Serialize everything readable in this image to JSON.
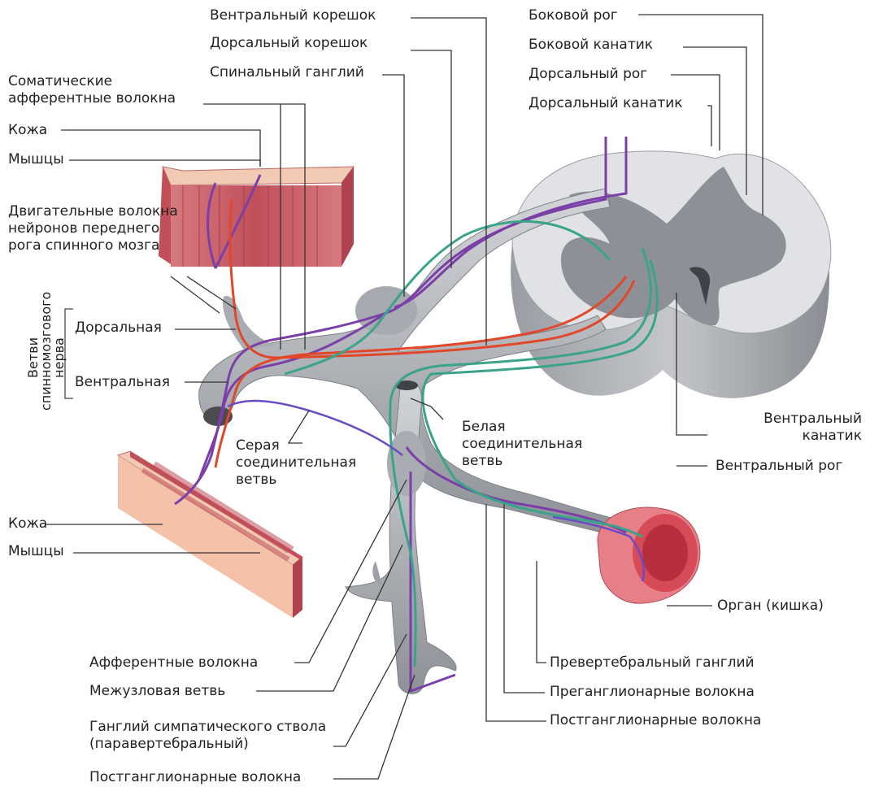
{
  "labels": {
    "ventral_root": "Вентральный корешок",
    "dorsal_root": "Дорсальный корешок",
    "spinal_ganglion": "Спинальный ганглий",
    "lateral_horn": "Боковой рог",
    "lateral_funiculus": "Боковой канатик",
    "dorsal_horn": "Дорсальный рог",
    "dorsal_funiculus": "Дорсальный канатик",
    "somatic_afferent": "Соматические афферентные волокна",
    "skin_top": "Кожа",
    "muscles_top": "Мышцы",
    "motor_fibers": "Двигательные волокна нейронов переднего рога спинного мозга",
    "dorsal_branch": "Дорсальная",
    "ventral_branch": "Вентральная",
    "nerve_branches": "Ветви спинномозгового нерва",
    "grey_ramus": "Серая соединительная ветвь",
    "white_ramus": "Белая соединительная ветвь",
    "ventral_funiculus": "Вентральный канатик",
    "ventral_horn": "Вентральный рог",
    "skin_bottom": "Кожа",
    "muscles_bottom": "Мышцы",
    "organ": "Орган (кишка)",
    "afferent_fibers": "Афферентные волокна",
    "interganglionic_branch": "Межузловая ветвь",
    "sympathetic_ganglion": "Ганглий симпатического ствола (паравертебральный)",
    "postganglionic_bottom": "Постганглионарные волокна",
    "prevertebral_ganglion": "Превертебральный ганглий",
    "preganglionic_fibers": "Преганглионарные волокна",
    "postganglionic_right": "Постганглионарные волокна"
  },
  "colors": {
    "sensory_fiber": "#7b3fa8",
    "motor_fiber": "#e2472a",
    "preganglionic_fiber": "#3aa48a",
    "postganglionic_fiber": "#6a4bc4",
    "nerve_tissue": "#b4b7bd",
    "grey_matter": "#8d9096",
    "muscle": "#c85a63",
    "skin": "#f3c2a8"
  }
}
